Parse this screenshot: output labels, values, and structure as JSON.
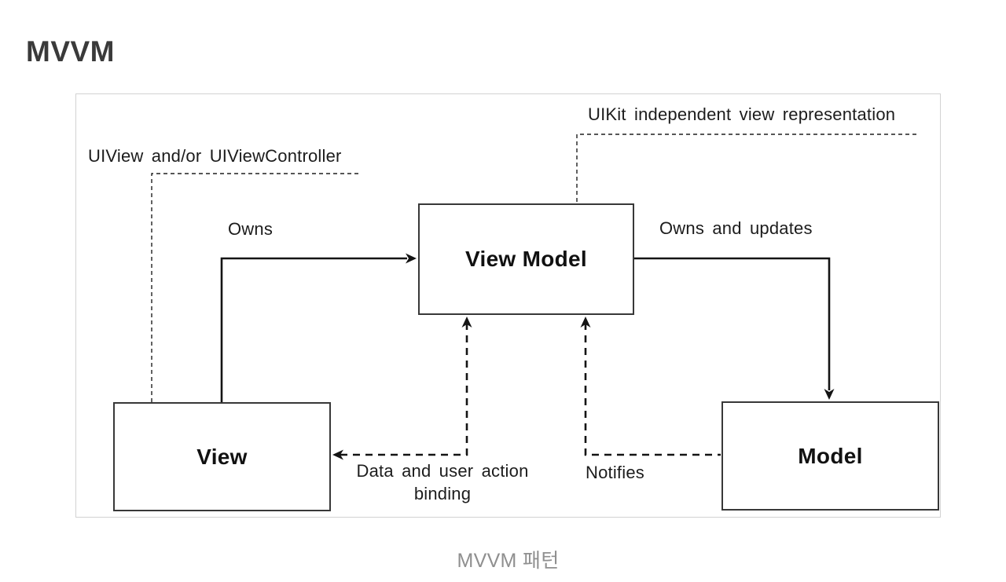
{
  "page": {
    "title": "MVVM",
    "caption": "MVVM 패턴"
  },
  "diagram": {
    "nodes": [
      {
        "id": "view-model",
        "label": "View Model"
      },
      {
        "id": "view",
        "label": "View"
      },
      {
        "id": "model",
        "label": "Model"
      }
    ],
    "annotations": [
      {
        "id": "uiview-note",
        "text": "UIView and/or UIViewController",
        "points_to": "View"
      },
      {
        "id": "uikit-note",
        "text": "UIKit independent view representation",
        "points_to": "View Model"
      }
    ],
    "edges": [
      {
        "from": "View",
        "to": "View Model",
        "label": "Owns",
        "style": "solid",
        "bidirectional": false
      },
      {
        "from": "View Model",
        "to": "Model",
        "label": "Owns and updates",
        "style": "solid",
        "bidirectional": false
      },
      {
        "from": "View Model",
        "to": "View",
        "label": "Data and user action binding",
        "style": "dashed",
        "bidirectional": true
      },
      {
        "from": "Model",
        "to": "View Model",
        "label": "Notifies",
        "style": "dashed",
        "bidirectional": false
      }
    ],
    "colors": {
      "line": "#1a1a1a",
      "node_border": "#383838",
      "node_fill": "#ffffff",
      "frame_border": "#d2d2d2",
      "title_text": "#3a3a3a",
      "caption_text": "#8f8f8f"
    }
  }
}
